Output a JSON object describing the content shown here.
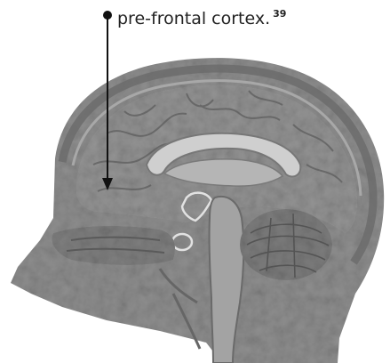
{
  "annotation": {
    "text": "pre-frontal cortex.",
    "reference": "39"
  },
  "colors": {
    "ink": "#222222",
    "outline": "#6e6e6e",
    "tissue": "#8e8e8e",
    "dark_tissue": "#5e5e5e",
    "highlight": "#d8d8d8",
    "background": "#ffffff"
  },
  "icons": [
    "leader-dot",
    "arrow-down-icon"
  ]
}
